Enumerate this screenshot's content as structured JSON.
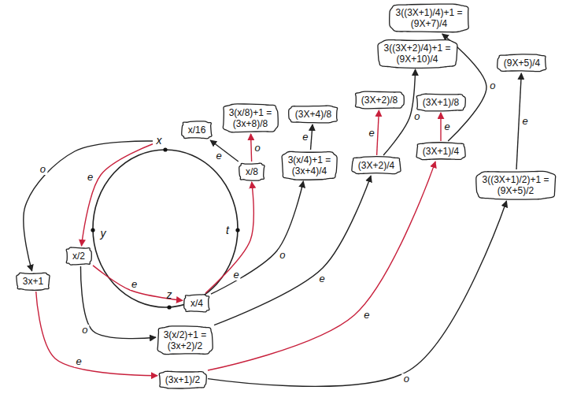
{
  "diagram": {
    "nodes": [
      {
        "text": [
          "x"
        ]
      },
      {
        "text": [
          "x/2"
        ]
      },
      {
        "text": [
          "3x+1"
        ]
      },
      {
        "text": [
          "x/4"
        ]
      },
      {
        "text": [
          "3(x/2)+1 = (3x+2)/2"
        ]
      },
      {
        "text": [
          "(3x+1)/2"
        ]
      },
      {
        "text": [
          "x/8"
        ]
      },
      {
        "text": [
          "x/16"
        ]
      },
      {
        "text": [
          "3(x/8)+1 = (3x+8)/8"
        ]
      },
      {
        "text": [
          "3(x/4)+1 = (3x+4)/4"
        ]
      },
      {
        "text": [
          "(3X+4)/8"
        ]
      },
      {
        "text": [
          "(3X+2)/4"
        ]
      },
      {
        "text": [
          "(3X+2)/8"
        ]
      },
      {
        "text": [
          "3((3X+2)/4)+1 = (9X+10)/4"
        ]
      },
      {
        "text": [
          "3((3X+1)/4)+1 = (9X+7)/4"
        ]
      },
      {
        "text": [
          "(3X+1)/4"
        ]
      },
      {
        "text": [
          "(3X+1)/8"
        ]
      },
      {
        "text": [
          "3((3X+1)/2)+1 = (9X+5)/2"
        ]
      },
      {
        "text": [
          "(9X+5)/4"
        ]
      }
    ],
    "edges": [
      {
        "from": 0,
        "to": 1,
        "label": "e",
        "arrow": "to"
      },
      {
        "from": 0,
        "to": 2,
        "label": "o",
        "arrow": "to"
      },
      {
        "from": 2,
        "to": 5,
        "label": "e",
        "arrow": "to"
      },
      {
        "from": 1,
        "to": 3,
        "label": "e",
        "arrow": "to"
      },
      {
        "from": 1,
        "to": 4,
        "label": "o",
        "arrow": "to"
      },
      {
        "from": 3,
        "to": 6,
        "label": "e",
        "arrow": "to"
      },
      {
        "from": 3,
        "to": 9,
        "label": "o",
        "arrow": "to"
      },
      {
        "from": 6,
        "to": 7,
        "label": "e",
        "arrow": "to"
      },
      {
        "from": 6,
        "to": 8,
        "label": "o",
        "arrow": "to"
      },
      {
        "from": 9,
        "to": 10,
        "label": "e",
        "arrow": "to"
      },
      {
        "from": 4,
        "to": 11,
        "label": "e",
        "arrow": "to"
      },
      {
        "from": 11,
        "to": 12,
        "label": "e",
        "arrow": "to"
      },
      {
        "from": 11,
        "to": 13,
        "label": "o",
        "arrow": "to"
      },
      {
        "from": 5,
        "to": 15,
        "label": "e",
        "arrow": "to"
      },
      {
        "from": 5,
        "to": 17,
        "label": "o",
        "arrow": "to"
      },
      {
        "from": 15,
        "to": 16,
        "label": "e",
        "arrow": "to"
      },
      {
        "from": 15,
        "to": 14,
        "label": "o",
        "arrow": "to"
      },
      {
        "from": 17,
        "to": 18,
        "label": "e",
        "arrow": "to"
      }
    ],
    "labels": [
      "y",
      "z",
      "t"
    ]
  }
}
